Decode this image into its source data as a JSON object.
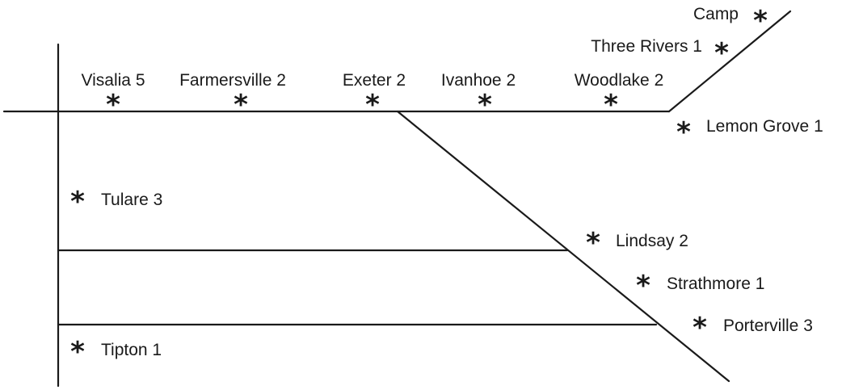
{
  "towns": [
    {
      "id": "camp",
      "name": "Camp",
      "count": "",
      "label": "Camp"
    },
    {
      "id": "three-rivers",
      "name": "Three Rivers",
      "count": "1",
      "label": "Three Rivers 1"
    },
    {
      "id": "visalia",
      "name": "Visalia",
      "count": "5",
      "label": "Visalia 5"
    },
    {
      "id": "farmersville",
      "name": "Farmersville",
      "count": "2",
      "label": "Farmersville 2"
    },
    {
      "id": "exeter",
      "name": "Exeter",
      "count": "2",
      "label": "Exeter 2"
    },
    {
      "id": "ivanhoe",
      "name": "Ivanhoe",
      "count": "2",
      "label": "Ivanhoe 2"
    },
    {
      "id": "woodlake",
      "name": "Woodlake",
      "count": "2",
      "label": "Woodlake 2"
    },
    {
      "id": "lemon-grove",
      "name": "Lemon Grove",
      "count": "1",
      "label": "Lemon Grove 1"
    },
    {
      "id": "tulare",
      "name": "Tulare",
      "count": "3",
      "label": "Tulare 3"
    },
    {
      "id": "lindsay",
      "name": "Lindsay",
      "count": "2",
      "label": "Lindsay 2"
    },
    {
      "id": "strathmore",
      "name": "Strathmore",
      "count": "1",
      "label": "Strathmore 1"
    },
    {
      "id": "porterville",
      "name": "Porterville",
      "count": "3",
      "label": "Porterville 3"
    },
    {
      "id": "tipton",
      "name": "Tipton",
      "count": "1",
      "label": "Tipton 1"
    }
  ],
  "marker_glyph": "*",
  "colors": {
    "ink": "#1a1a1a",
    "background": "#ffffff"
  }
}
